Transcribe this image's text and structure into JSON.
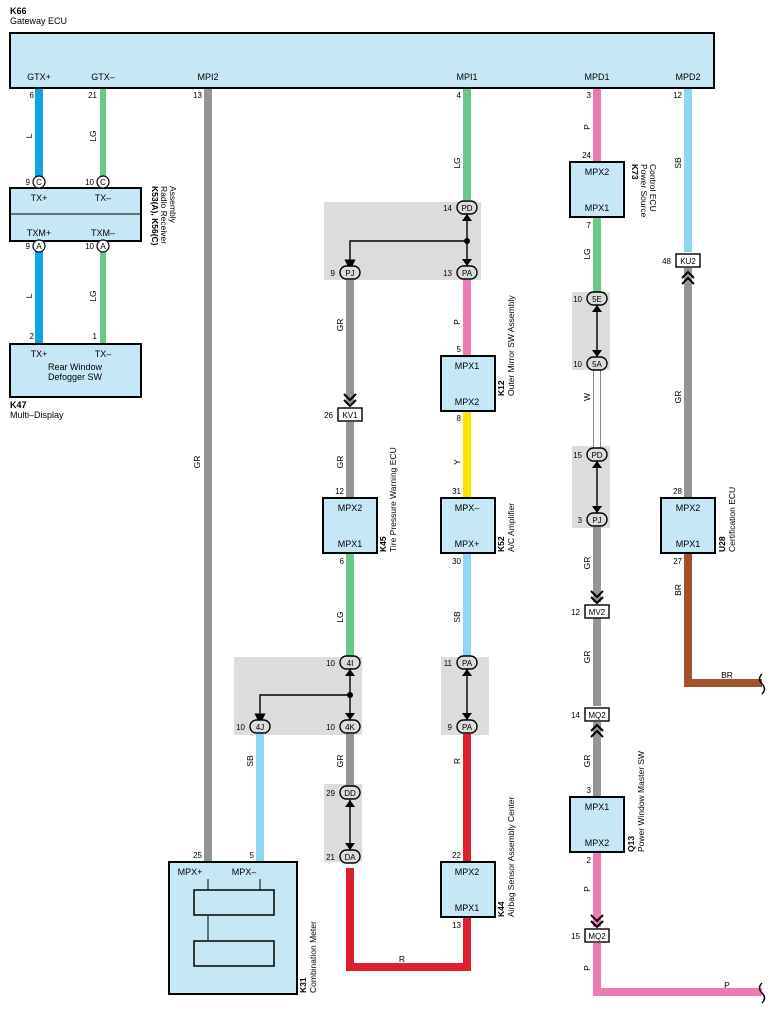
{
  "colors": {
    "L": "#0ea5e0",
    "LG": "#6cc78b",
    "GR": "#939598",
    "P": "#ee7ab3",
    "SB": "#8fd6f3",
    "Y": "#ffe600",
    "R": "#e01e2d",
    "BR": "#a0522d",
    "W": "#ffffff",
    "component_fill": "#c6e8f6",
    "splice_fill": "#dcdcdc"
  },
  "gateway": {
    "id": "K66",
    "name": "Gateway ECU",
    "pins": [
      {
        "label": "GTX+",
        "pin": "6"
      },
      {
        "label": "GTX–",
        "pin": "21"
      },
      {
        "label": "MPI2",
        "pin": "13"
      },
      {
        "label": "MPI1",
        "pin": "4"
      },
      {
        "label": "MPD1",
        "pin": "3"
      },
      {
        "label": "MPD2",
        "pin": "12"
      }
    ]
  },
  "components": {
    "radio": {
      "id": "K53(A), K56(C)",
      "name_line1": "Radio Receiver",
      "name_line2": "Assembly",
      "labels": [
        "TX+",
        "TX–",
        "TXM+",
        "TXM–"
      ],
      "pins": [
        "9",
        "10",
        "9",
        "10"
      ],
      "connectors": [
        "C",
        "C",
        "A",
        "A"
      ]
    },
    "multi_display": {
      "id": "K47",
      "name": "Multi–Display",
      "labels": [
        "TX+",
        "TX–"
      ],
      "pins": [
        "2",
        "1"
      ],
      "inner_line1": "Rear Window",
      "inner_line2": "Defogger SW"
    },
    "power_source": {
      "id": "K73",
      "name_line1": "Power Source",
      "name_line2": "Control ECU",
      "labels": [
        "MPX2",
        "MPX1"
      ],
      "pins": [
        "24",
        "7"
      ]
    },
    "outer_mirror": {
      "id": "K12",
      "name": "Outer Mirror SW Assembly",
      "labels": [
        "MPX1",
        "MPX2"
      ],
      "pins": [
        "5",
        "8"
      ]
    },
    "tire_pressure": {
      "id": "K45",
      "name": "Tire Pressure Warning ECU",
      "labels": [
        "MPX2",
        "MPX1"
      ],
      "pins": [
        "12",
        "6"
      ]
    },
    "ac_amplifier": {
      "id": "K52",
      "name": "A/C Amplifier",
      "labels": [
        "MPX–",
        "MPX+"
      ],
      "pins": [
        "31",
        "30"
      ]
    },
    "certification": {
      "id": "U28",
      "name": "Certification ECU",
      "labels": [
        "MPX2",
        "MPX1"
      ],
      "pins": [
        "28",
        "27"
      ]
    },
    "power_window": {
      "id": "Q13",
      "name": "Power Window Master SW",
      "labels": [
        "MPX1",
        "MPX2"
      ],
      "pins": [
        "3",
        "2"
      ]
    },
    "airbag": {
      "id": "K44",
      "name": "Airbag Sensor Assembly Center",
      "labels": [
        "MPX2",
        "MPX1"
      ],
      "pins": [
        "22",
        "13"
      ]
    },
    "combination_meter": {
      "id": "K31",
      "name": "Combination Meter",
      "labels": [
        "MPX+",
        "MPX–"
      ],
      "pins": [
        "25",
        "5"
      ]
    }
  },
  "wire_labels": {
    "gtx_plus_upper": "L",
    "gtx_minus_upper": "LG",
    "txm_plus_lower": "L",
    "txm_minus_lower": "LG",
    "mpi2": "GR",
    "mpi1_upper": "LG",
    "pj_kv1": "GR",
    "kv1_k45": "GR",
    "pa_k12": "P",
    "k12_k52": "Y",
    "k45_4i": "LG",
    "k52_pa": "SB",
    "4j_meter": "SB",
    "4k_dd": "GR",
    "pa_airbag": "R",
    "bottom_red": "R",
    "mpd1_upper": "P",
    "k73_5e": "LG",
    "5a_pd": "W",
    "pj_mv2": "GR",
    "mv2_mq2": "GR",
    "mq2_q13": "GR",
    "q13_mq2": "P",
    "bottom_pink_v": "P",
    "bottom_pink_h": "P",
    "mpd2_upper": "SB",
    "ku2_u28": "GR",
    "u28_lower": "BR",
    "u28_right": "BR"
  },
  "junctions": [
    {
      "name": "PD",
      "pin": "14"
    },
    {
      "name": "PJ",
      "pin": "9"
    },
    {
      "name": "PA",
      "pin": "13"
    },
    {
      "name": "4I",
      "pin": "10"
    },
    {
      "name": "4J",
      "pin": "10"
    },
    {
      "name": "4K",
      "pin": "10"
    },
    {
      "name": "PA",
      "pin": "11"
    },
    {
      "name": "PA",
      "pin": "9"
    },
    {
      "name": "DD",
      "pin": "29"
    },
    {
      "name": "DA",
      "pin": "21"
    },
    {
      "name": "5E",
      "pin": "10"
    },
    {
      "name": "5A",
      "pin": "10"
    },
    {
      "name": "PD",
      "pin": "15"
    },
    {
      "name": "PJ",
      "pin": "3"
    }
  ],
  "connectors": [
    {
      "name": "KV1",
      "pin": "26"
    },
    {
      "name": "KU2",
      "pin": "48"
    },
    {
      "name": "MV2",
      "pin": "12"
    },
    {
      "name": "MQ2",
      "pin": "14"
    },
    {
      "name": "MQ2",
      "pin": "15"
    }
  ]
}
